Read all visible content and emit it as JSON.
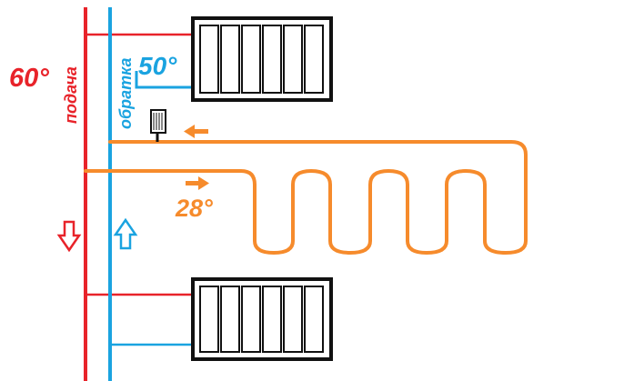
{
  "colors": {
    "supply": "#e8232a",
    "return": "#1aa3e0",
    "floor": "#f68b2c",
    "radiator": "#111111",
    "background": "#ffffff"
  },
  "labels": {
    "supply_pipe": "подача",
    "return_pipe": "обратка",
    "supply_temp": "60°",
    "return_temp": "50°",
    "floor_temp": "28°"
  },
  "icons": {
    "supply_flow": "arrow-down-outline-icon",
    "return_flow": "arrow-up-outline-icon",
    "floor_in": "arrow-right-icon",
    "floor_out": "arrow-left-icon",
    "thermo_valve": "thermostatic-valve-icon"
  }
}
